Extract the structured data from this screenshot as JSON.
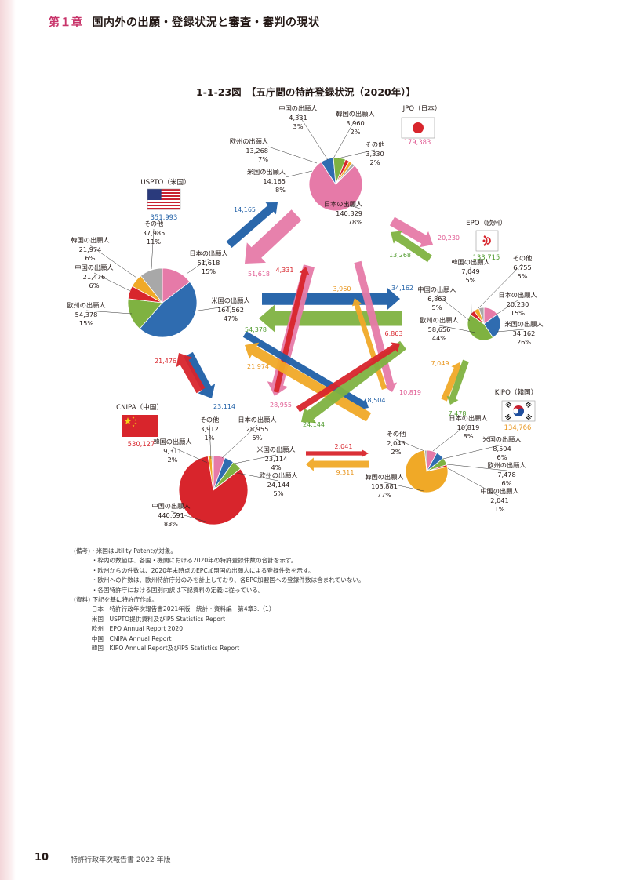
{
  "header": {
    "chapter": "第１章",
    "title": "国内外の出願・登録状況と審査・審判の現状"
  },
  "chart_data": {
    "type": "pie",
    "title": "1-1-23図　【五庁間の特許登録状況（2020年）】",
    "offices": [
      {
        "id": "jpo",
        "label": "JPO（日本）",
        "total": "179,383",
        "slices": [
          {
            "name": "日本の出願人",
            "value": 140329,
            "text": "140,329",
            "pct": "78%",
            "color": "#e67aa8"
          },
          {
            "name": "米国の出願人",
            "value": 14165,
            "text": "14,165",
            "pct": "8%",
            "color": "#2f6cb0"
          },
          {
            "name": "欧州の出願人",
            "value": 13268,
            "text": "13,268",
            "pct": "7%",
            "color": "#7fb241"
          },
          {
            "name": "中国の出願人",
            "value": 4331,
            "text": "4,331",
            "pct": "3%",
            "color": "#d8252c"
          },
          {
            "name": "韓国の出願人",
            "value": 3960,
            "text": "3,960",
            "pct": "2%",
            "color": "#f0a927"
          },
          {
            "name": "その他",
            "value": 3330,
            "text": "3,330",
            "pct": "2%",
            "color": "#a8a8a8"
          }
        ]
      },
      {
        "id": "uspto",
        "label": "USPTO（米国）",
        "total": "351,993",
        "slices": [
          {
            "name": "日本の出願人",
            "value": 51618,
            "text": "51,618",
            "pct": "15%",
            "color": "#e67aa8"
          },
          {
            "name": "米国の出願人",
            "value": 164562,
            "text": "164,562",
            "pct": "47%",
            "color": "#2f6cb0"
          },
          {
            "name": "欧州の出願人",
            "value": 54378,
            "text": "54,378",
            "pct": "15%",
            "color": "#7fb241"
          },
          {
            "name": "中国の出願人",
            "value": 21476,
            "text": "21,476",
            "pct": "6%",
            "color": "#d8252c"
          },
          {
            "name": "韓国の出願人",
            "value": 21974,
            "text": "21,974",
            "pct": "6%",
            "color": "#f0a927"
          },
          {
            "name": "その他",
            "value": 37985,
            "text": "37,985",
            "pct": "11%",
            "color": "#a8a8a8"
          }
        ]
      },
      {
        "id": "epo",
        "label": "EPO（欧州）",
        "total": "133,715",
        "slices": [
          {
            "name": "日本の出願人",
            "value": 20230,
            "text": "20,230",
            "pct": "15%",
            "color": "#e67aa8"
          },
          {
            "name": "米国の出願人",
            "value": 34162,
            "text": "34,162",
            "pct": "26%",
            "color": "#2f6cb0"
          },
          {
            "name": "欧州の出願人",
            "value": 58656,
            "text": "58,656",
            "pct": "44%",
            "color": "#7fb241"
          },
          {
            "name": "中国の出願人",
            "value": 6863,
            "text": "6,863",
            "pct": "5%",
            "color": "#d8252c"
          },
          {
            "name": "韓国の出願人",
            "value": 7049,
            "text": "7,049",
            "pct": "5%",
            "color": "#f0a927"
          },
          {
            "name": "その他",
            "value": 6755,
            "text": "6,755",
            "pct": "5%",
            "color": "#a8a8a8"
          }
        ]
      },
      {
        "id": "cnipa",
        "label": "CNIPA（中国）",
        "total": "530,127",
        "slices": [
          {
            "name": "日本の出願人",
            "value": 28955,
            "text": "28,955",
            "pct": "5%",
            "color": "#e67aa8"
          },
          {
            "name": "米国の出願人",
            "value": 23114,
            "text": "23,114",
            "pct": "4%",
            "color": "#2f6cb0"
          },
          {
            "name": "欧州の出願人",
            "value": 24144,
            "text": "24,144",
            "pct": "5%",
            "color": "#7fb241"
          },
          {
            "name": "中国の出願人",
            "value": 440691,
            "text": "440,691",
            "pct": "83%",
            "color": "#d8252c"
          },
          {
            "name": "韓国の出願人",
            "value": 9311,
            "text": "9,311",
            "pct": "2%",
            "color": "#f0a927"
          },
          {
            "name": "その他",
            "value": 3912,
            "text": "3,912",
            "pct": "1%",
            "color": "#a8a8a8"
          }
        ]
      },
      {
        "id": "kipo",
        "label": "KIPO（韓国）",
        "total": "134,766",
        "slices": [
          {
            "name": "日本の出願人",
            "value": 10819,
            "text": "10,819",
            "pct": "8%",
            "color": "#e67aa8"
          },
          {
            "name": "米国の出願人",
            "value": 8504,
            "text": "8,504",
            "pct": "6%",
            "color": "#2f6cb0"
          },
          {
            "name": "欧州の出願人",
            "value": 7478,
            "text": "7,478",
            "pct": "6%",
            "color": "#7fb241"
          },
          {
            "name": "中国の出願人",
            "value": 2041,
            "text": "2,041",
            "pct": "1%",
            "color": "#d8252c"
          },
          {
            "name": "韓国の出願人",
            "value": 103881,
            "text": "103,881",
            "pct": "77%",
            "color": "#f0a927"
          },
          {
            "name": "その他",
            "value": 2043,
            "text": "2,043",
            "pct": "2%",
            "color": "#a8a8a8"
          }
        ]
      }
    ],
    "flows": [
      {
        "from": "uspto",
        "to": "jpo",
        "value": 14165,
        "text": "14,165",
        "color": "#1f5fa6"
      },
      {
        "from": "jpo",
        "to": "uspto",
        "value": 51618,
        "text": "51,618",
        "color": "#e67aa8"
      },
      {
        "from": "jpo",
        "to": "epo",
        "value": 20230,
        "text": "20,230",
        "color": "#e67aa8"
      },
      {
        "from": "epo",
        "to": "jpo",
        "value": 13268,
        "text": "13,268",
        "color": "#7fb241"
      },
      {
        "from": "uspto",
        "to": "epo",
        "value": 34162,
        "text": "34,162",
        "color": "#1f5fa6"
      },
      {
        "from": "epo",
        "to": "uspto",
        "value": 54378,
        "text": "54,378",
        "color": "#7fb241"
      },
      {
        "from": "uspto",
        "to": "cnipa",
        "value": 23114,
        "text": "23,114",
        "color": "#1f5fa6"
      },
      {
        "from": "cnipa",
        "to": "uspto",
        "value": 21476,
        "text": "21,476",
        "color": "#d8252c"
      },
      {
        "from": "jpo",
        "to": "cnipa",
        "value": 28955,
        "text": "28,955",
        "color": "#e67aa8"
      },
      {
        "from": "cnipa",
        "to": "jpo",
        "value": 4331,
        "text": "4,331",
        "color": "#d8252c"
      },
      {
        "from": "jpo",
        "to": "kipo",
        "value": 10819,
        "text": "10,819",
        "color": "#e67aa8"
      },
      {
        "from": "kipo",
        "to": "jpo",
        "value": 3960,
        "text": "3,960",
        "color": "#f0a927"
      },
      {
        "from": "uspto",
        "to": "kipo",
        "value": 8504,
        "text": "8,504",
        "color": "#1f5fa6"
      },
      {
        "from": "kipo",
        "to": "uspto",
        "value": 21974,
        "text": "21,974",
        "color": "#f0a927"
      },
      {
        "from": "epo",
        "to": "cnipa",
        "value": 24144,
        "text": "24,144",
        "color": "#7fb241"
      },
      {
        "from": "cnipa",
        "to": "epo",
        "value": 6863,
        "text": "6,863",
        "color": "#d8252c"
      },
      {
        "from": "kipo",
        "to": "epo",
        "value": 7049,
        "text": "7,049",
        "color": "#f0a927"
      },
      {
        "from": "epo",
        "to": "kipo",
        "value": 7478,
        "text": "7,478",
        "color": "#7fb241"
      },
      {
        "from": "cnipa",
        "to": "kipo",
        "value": 2041,
        "text": "2,041",
        "color": "#d8252c"
      },
      {
        "from": "kipo",
        "to": "cnipa",
        "value": 9311,
        "text": "9,311",
        "color": "#f0a927"
      }
    ]
  },
  "notes": [
    "(備考)・米国はUtility Patentが対象。",
    "　　　・枠内の数値は、各国・機関における2020年の特許登録件数の合計を示す。",
    "　　　・欧州からの件数は、2020年末時点のEPC加盟国の出願人による登録件数を示す。",
    "　　　・欧州への件数は、欧州特許庁分のみを計上しており、各EPC加盟国への登録件数は含まれていない。",
    "　　　・各国特許庁における国別内訳は下記資料の定義に従っている。",
    "(資料) 下記を基に特許庁作成。",
    "　　　日本　特許行政年次報告書2021年版　統計・資料編　第4章3.（1）",
    "　　　米国　USPTO提供資料及びIP5 Statistics Report",
    "　　　欧州　EPO Annual Report 2020",
    "　　　中国　CNIPA Annual Report",
    "　　　韓国　KIPO Annual Report及びIP5 Statistics Report"
  ],
  "footer": {
    "page": "10",
    "publication": "特許行政年次報告書 2022 年版"
  }
}
